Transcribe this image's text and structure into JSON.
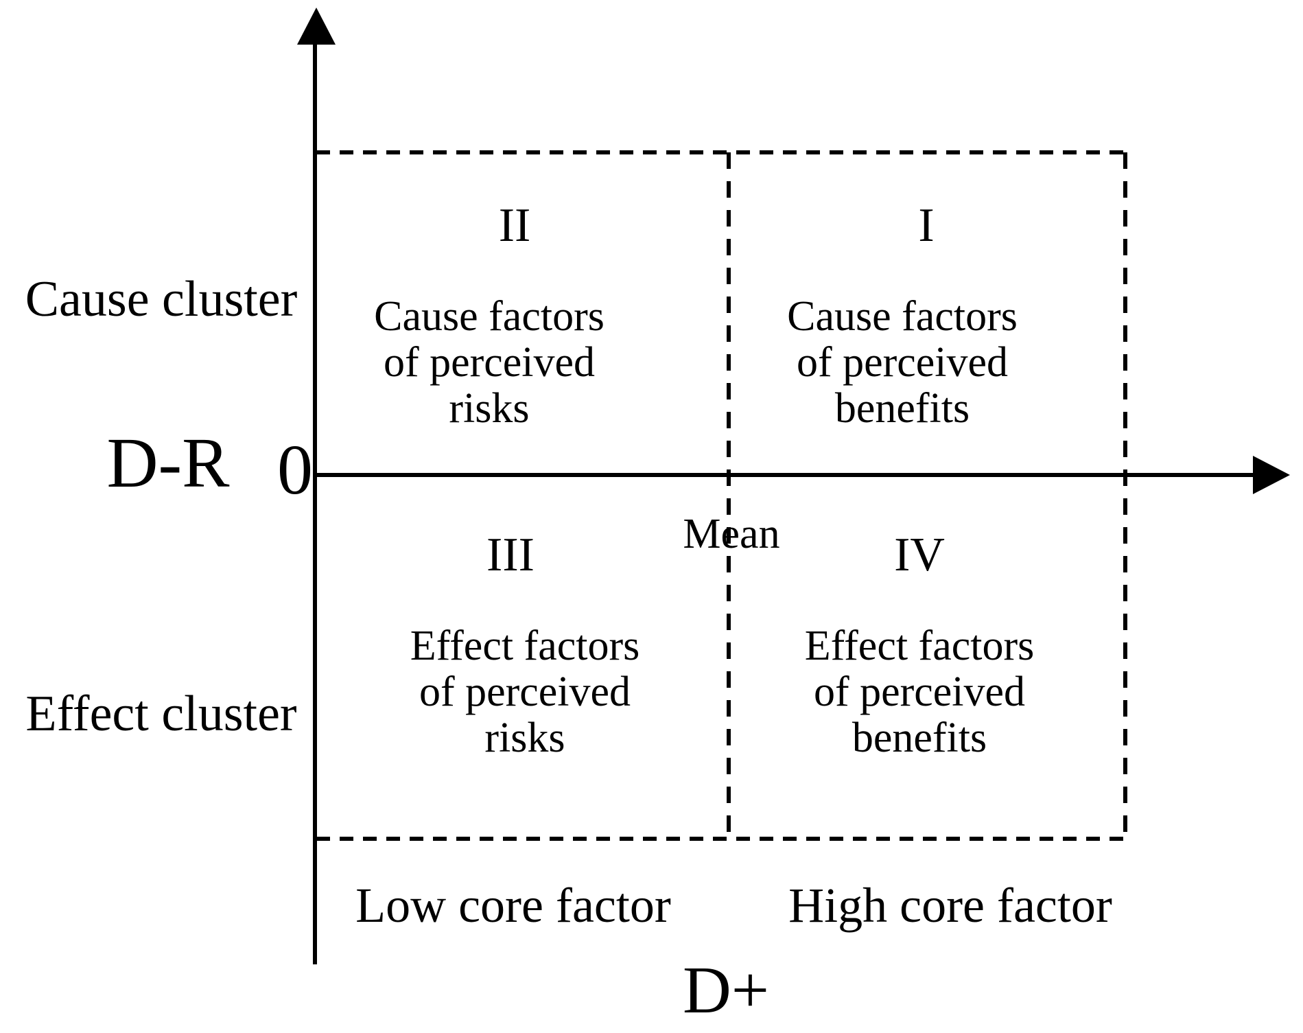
{
  "colors": {
    "ink": "#000000",
    "paper": "#ffffff"
  },
  "axes": {
    "y_label": "D-R",
    "x_label": "D+",
    "origin_label": "0",
    "mean_label": "Mean"
  },
  "clusters": {
    "cause": "Cause cluster",
    "effect": "Effect cluster"
  },
  "core_factors": {
    "low": "Low core factor",
    "high": "High core factor"
  },
  "quadrants": [
    {
      "numeral": "I",
      "lines": [
        "Cause factors",
        "of perceived",
        "benefits"
      ]
    },
    {
      "numeral": "II",
      "lines": [
        "Cause factors",
        "of perceived",
        "risks"
      ]
    },
    {
      "numeral": "III",
      "lines": [
        "Effect factors",
        "of perceived",
        "risks"
      ]
    },
    {
      "numeral": "IV",
      "lines": [
        "Effect factors",
        "of perceived",
        "benefits"
      ]
    }
  ]
}
